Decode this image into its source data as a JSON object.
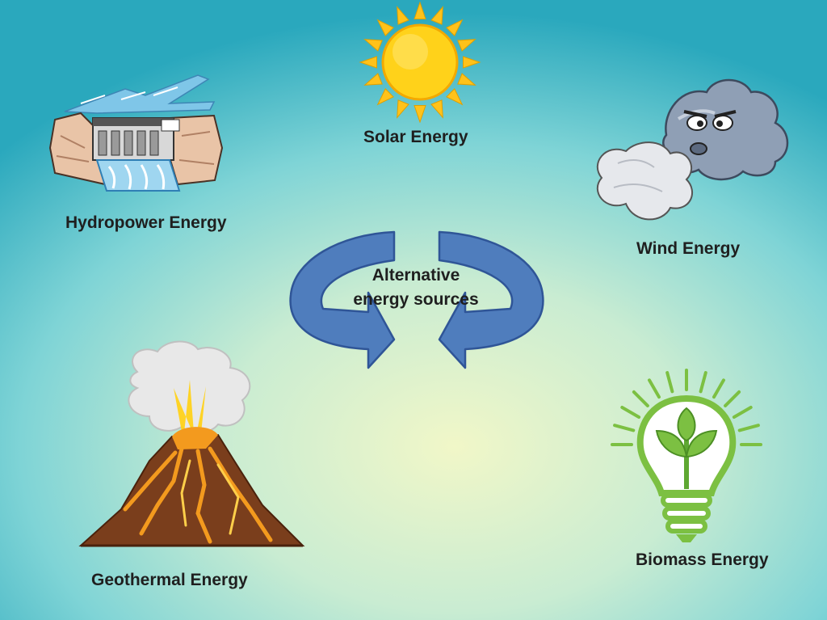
{
  "title": "Alternative energy sources",
  "center": {
    "line1": "Alternative",
    "line2": "energy sources"
  },
  "sources": {
    "solar": {
      "label": "Solar Energy",
      "icon": "sun-icon"
    },
    "hydro": {
      "label": "Hydropower Energy",
      "icon": "dam-icon"
    },
    "wind": {
      "label": "Wind Energy",
      "icon": "wind-cloud-icon"
    },
    "geothermal": {
      "label": "Geothermal Energy",
      "icon": "volcano-icon"
    },
    "biomass": {
      "label": "Biomass Energy",
      "icon": "lightbulb-leaf-icon"
    }
  },
  "colors": {
    "arrow_fill": "#4f7dbd",
    "arrow_stroke": "#2f5597",
    "sun": "#ffd21a",
    "bulb": "#7cc042",
    "lava": "#f39a1e"
  }
}
